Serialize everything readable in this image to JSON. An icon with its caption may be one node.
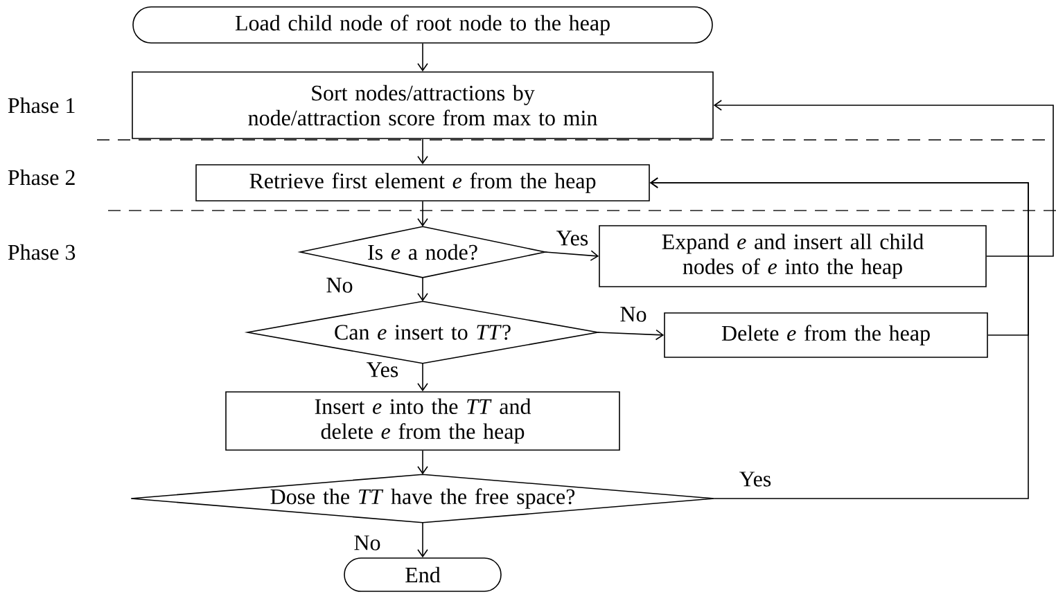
{
  "diagram": {
    "nodes": [
      {
        "text": [
          "Load child node of root node to the heap"
        ]
      },
      {
        "text": [
          "Sort nodes/attractions by node/attraction score from max to min"
        ]
      },
      {
        "text": [
          "Retrieve first element *e* from the heap"
        ]
      },
      {
        "text": [
          "Is *e* a node?"
        ]
      },
      {
        "text": [
          "Expand *e* and insert all child nodes of *e* into the heap"
        ]
      },
      {
        "text": [
          "Can *e* insert to *TT*?"
        ]
      },
      {
        "text": [
          "Delete *e* from the heap"
        ]
      },
      {
        "text": [
          "Insert *e* into the *TT* and delete *e* from the heap"
        ]
      },
      {
        "text": [
          "Dose the *TT* have the free space?"
        ]
      },
      {
        "text": [
          "End"
        ]
      }
    ],
    "edges": [
      {
        "from": 0,
        "to": 1,
        "arrow": "to"
      },
      {
        "from": 1,
        "to": 2,
        "arrow": "to"
      },
      {
        "from": 2,
        "to": 3,
        "arrow": "to"
      },
      {
        "from": 3,
        "to": 4,
        "arrow": "to",
        "label": "Yes"
      },
      {
        "from": 3,
        "to": 5,
        "arrow": "to",
        "label": "No"
      },
      {
        "from": 5,
        "to": 6,
        "arrow": "to",
        "label": "No"
      },
      {
        "from": 5,
        "to": 7,
        "arrow": "to",
        "label": "Yes"
      },
      {
        "from": 7,
        "to": 8,
        "arrow": "to"
      },
      {
        "from": 8,
        "to": 9,
        "arrow": "to",
        "label": "No"
      },
      {
        "from": 8,
        "to": 2,
        "arrow": "to",
        "label": "Yes"
      },
      {
        "from": 6,
        "to": 2,
        "arrow": "to"
      },
      {
        "from": 4,
        "to": 1,
        "arrow": "to"
      }
    ],
    "labels": [
      "Phase 1",
      "Phase 2",
      "Phase 3"
    ]
  }
}
